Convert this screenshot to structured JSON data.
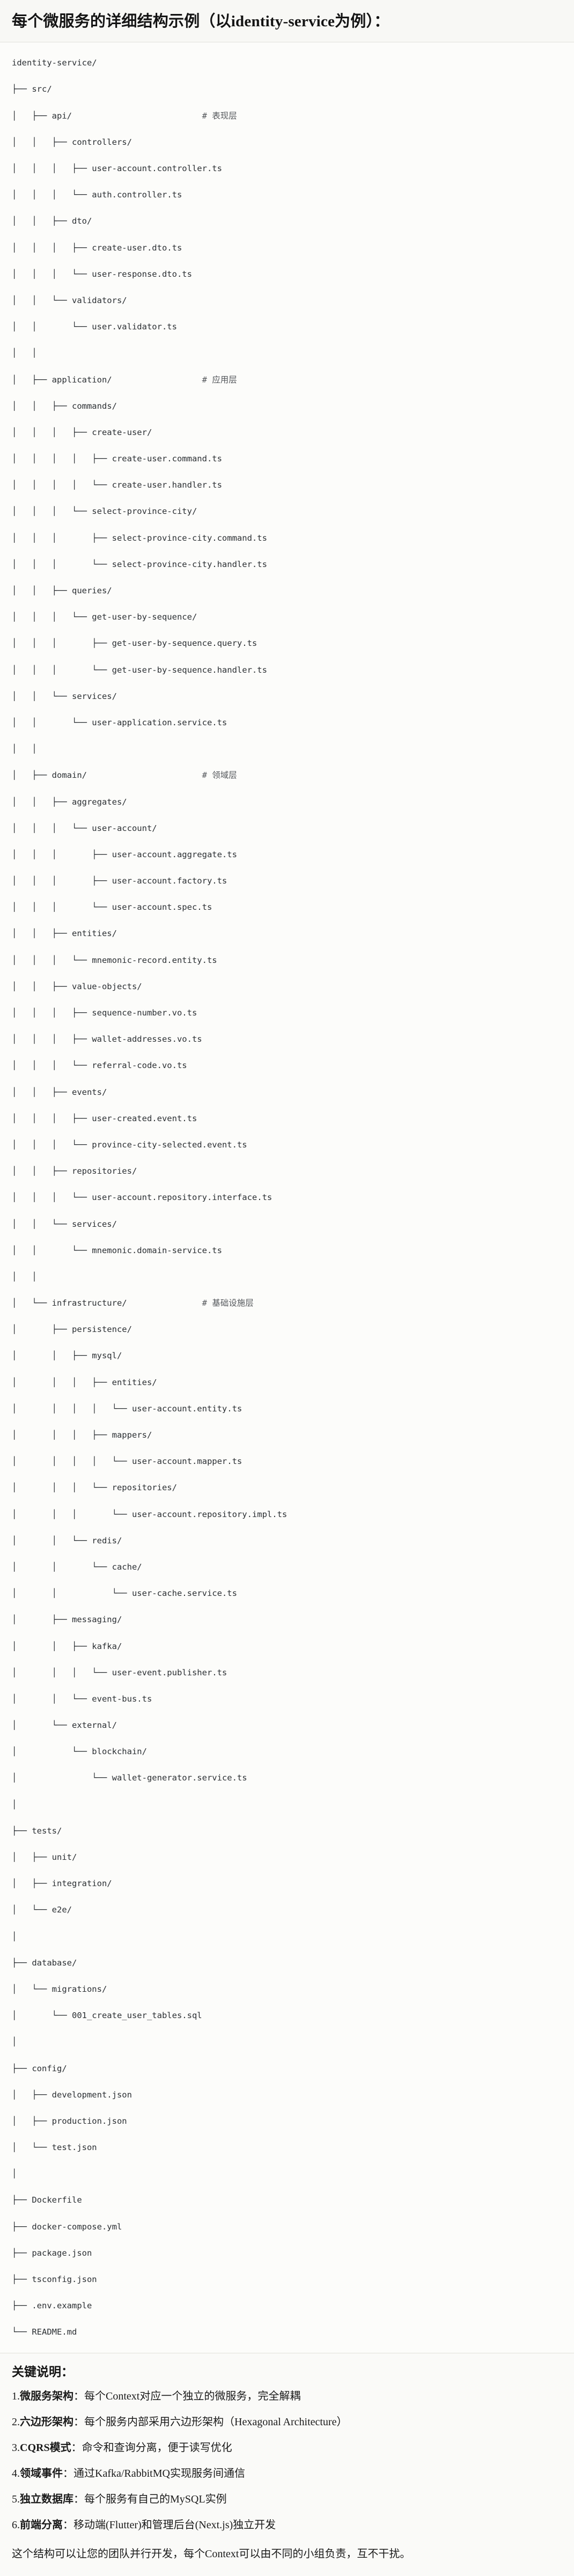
{
  "header": {
    "title": "每个微服务的详细结构示例（以identity-service为例）："
  },
  "tree": {
    "root_label": "identity-service/",
    "lines": [
      "identity-service/",
      "├── src/",
      "│   ├── api/                          # 表现层",
      "│   │   ├── controllers/",
      "│   │   │   ├── user-account.controller.ts",
      "│   │   │   └── auth.controller.ts",
      "│   │   ├── dto/",
      "│   │   │   ├── create-user.dto.ts",
      "│   │   │   └── user-response.dto.ts",
      "│   │   └── validators/",
      "│   │       └── user.validator.ts",
      "│   │",
      "│   ├── application/                  # 应用层",
      "│   │   ├── commands/",
      "│   │   │   ├── create-user/",
      "│   │   │   │   ├── create-user.command.ts",
      "│   │   │   │   └── create-user.handler.ts",
      "│   │   │   └── select-province-city/",
      "│   │   │       ├── select-province-city.command.ts",
      "│   │   │       └── select-province-city.handler.ts",
      "│   │   ├── queries/",
      "│   │   │   └── get-user-by-sequence/",
      "│   │   │       ├── get-user-by-sequence.query.ts",
      "│   │   │       └── get-user-by-sequence.handler.ts",
      "│   │   └── services/",
      "│   │       └── user-application.service.ts",
      "│   │",
      "│   ├── domain/                       # 领域层",
      "│   │   ├── aggregates/",
      "│   │   │   └── user-account/",
      "│   │   │       ├── user-account.aggregate.ts",
      "│   │   │       ├── user-account.factory.ts",
      "│   │   │       └── user-account.spec.ts",
      "│   │   ├── entities/",
      "│   │   │   └── mnemonic-record.entity.ts",
      "│   │   ├── value-objects/",
      "│   │   │   ├── sequence-number.vo.ts",
      "│   │   │   ├── wallet-addresses.vo.ts",
      "│   │   │   └── referral-code.vo.ts",
      "│   │   ├── events/",
      "│   │   │   ├── user-created.event.ts",
      "│   │   │   └── province-city-selected.event.ts",
      "│   │   ├── repositories/",
      "│   │   │   └── user-account.repository.interface.ts",
      "│   │   └── services/",
      "│   │       └── mnemonic.domain-service.ts",
      "│   │",
      "│   └── infrastructure/               # 基础设施层",
      "│       ├── persistence/",
      "│       │   ├── mysql/",
      "│       │   │   ├── entities/",
      "│       │   │   │   └── user-account.entity.ts",
      "│       │   │   ├── mappers/",
      "│       │   │   │   └── user-account.mapper.ts",
      "│       │   │   └── repositories/",
      "│       │   │       └── user-account.repository.impl.ts",
      "│       │   └── redis/",
      "│       │       └── cache/",
      "│       │           └── user-cache.service.ts",
      "│       ├── messaging/",
      "│       │   ├── kafka/",
      "│       │   │   └── user-event.publisher.ts",
      "│       │   └── event-bus.ts",
      "│       └── external/",
      "│           └── blockchain/",
      "│               └── wallet-generator.service.ts",
      "│",
      "├── tests/",
      "│   ├── unit/",
      "│   ├── integration/",
      "│   └── e2e/",
      "│",
      "├── database/",
      "│   └── migrations/",
      "│       └── 001_create_user_tables.sql",
      "│",
      "├── config/",
      "│   ├── development.json",
      "│   ├── production.json",
      "│   └── test.json",
      "│",
      "├── Dockerfile",
      "├── docker-compose.yml",
      "├── package.json",
      "├── tsconfig.json",
      "├── .env.example",
      "└── README.md"
    ],
    "layer_comments": [
      "# 表现层",
      "# 应用层",
      "# 领域层",
      "# 基础设施层"
    ]
  },
  "keypoints": {
    "heading": "关键说明：",
    "items": [
      {
        "num": "1.",
        "term": "微服务架构",
        "sep": "：",
        "desc": "每个Context对应一个独立的微服务，完全解耦"
      },
      {
        "num": "2.",
        "term": "六边形架构",
        "sep": "：",
        "desc": "每个服务内部采用六边形架构（Hexagonal Architecture）"
      },
      {
        "num": "3.",
        "term": "CQRS模式",
        "sep": "：",
        "desc": "命令和查询分离，便于读写优化"
      },
      {
        "num": "4.",
        "term": "领域事件",
        "sep": "：",
        "desc": "通过Kafka/RabbitMQ实现服务间通信"
      },
      {
        "num": "5.",
        "term": "独立数据库",
        "sep": "：",
        "desc": "每个服务有自己的MySQL实例"
      },
      {
        "num": "6.",
        "term": "前端分离",
        "sep": "：",
        "desc": "移动端(Flutter)和管理后台(Next.js)独立开发"
      }
    ],
    "closing_note": "这个结构可以让您的团队并行开发，每个Context可以由不同的小组负责，互不干扰。"
  },
  "colors": {
    "page_background": "#FAFAF8",
    "header_background": "#F8F8F5",
    "code_background": "#FCFCFA",
    "text": "#1A1A1A",
    "code_text": "#2B2F33",
    "comment_text": "#55585C",
    "divider": "#E2E2DC"
  }
}
